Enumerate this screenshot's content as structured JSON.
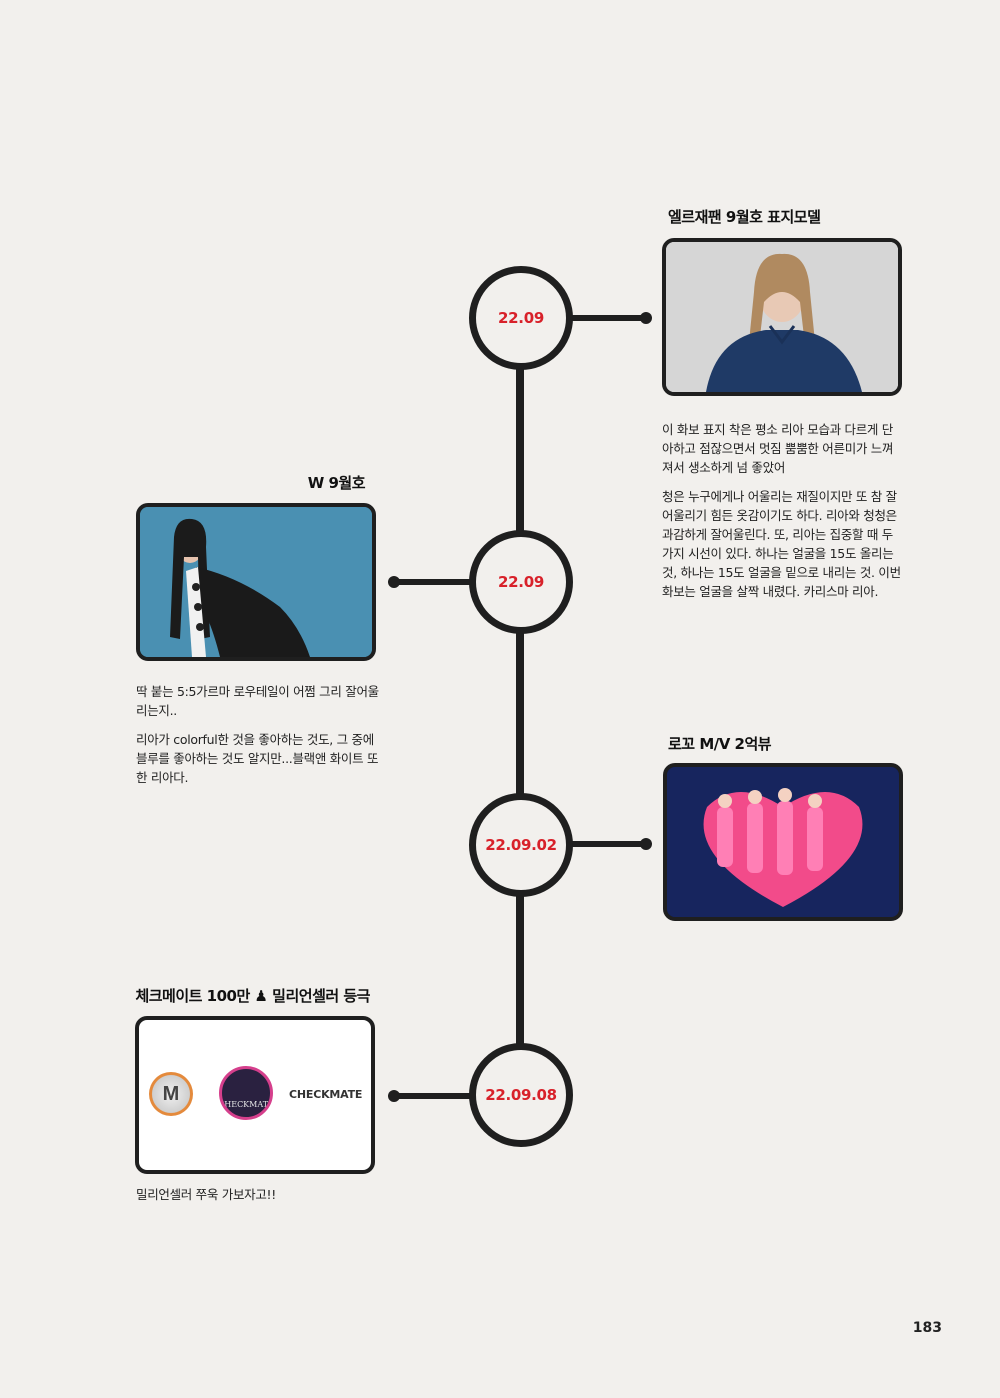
{
  "timeline": [
    {
      "date": "22.09",
      "title": "엘르재팬 9월호 표지모델",
      "paragraphs": [
        "이 화보 표지 착은 평소 리아 모습과 다르게 단아하고 점잖으면서 멋짐 뿜뿜한 어른미가 느껴져서 생소하게 넘 좋았어",
        "청은 누구에게나 어울리는 재질이지만 또 참 잘 어울리기 힘든 옷감이기도 하다. 리아와 청청은 과감하게 잘어울린다. 또, 리아는 집중할 때 두가지 시선이 있다. 하나는 얼굴을 15도 올리는 것, 하나는 15도 얼굴을 밑으로 내리는 것. 이번 화보는 얼굴을 살짝 내렸다. 카리스마 리아."
      ]
    },
    {
      "date": "22.09",
      "title": "W 9월호",
      "paragraphs": [
        "딱 붙는 5:5가르마 로우테일이 어쩜 그리 잘어울리는지..",
        "리아가 colorful한 것을 좋아하는 것도, 그 중에 블루를 좋아하는 것도 알지만...블랙앤 화이트 또한 리아다."
      ]
    },
    {
      "date": "22.09.02",
      "title": "로꼬 M/V 2억뷰",
      "paragraphs": []
    },
    {
      "date": "22.09.08",
      "title": "체크메이트 100만 ♟ 밀리언셀러 등극",
      "paragraphs": [
        "밀리언셀러 쭈욱 가보자고!!"
      ],
      "badge_label": "CHECKMATE",
      "medal_letter": "M",
      "album_text": "CHECKMATE"
    }
  ],
  "page_number": "183",
  "colors": {
    "background": "#f2f0ed",
    "line": "#1f1f1f",
    "date_red": "#d8212a"
  }
}
